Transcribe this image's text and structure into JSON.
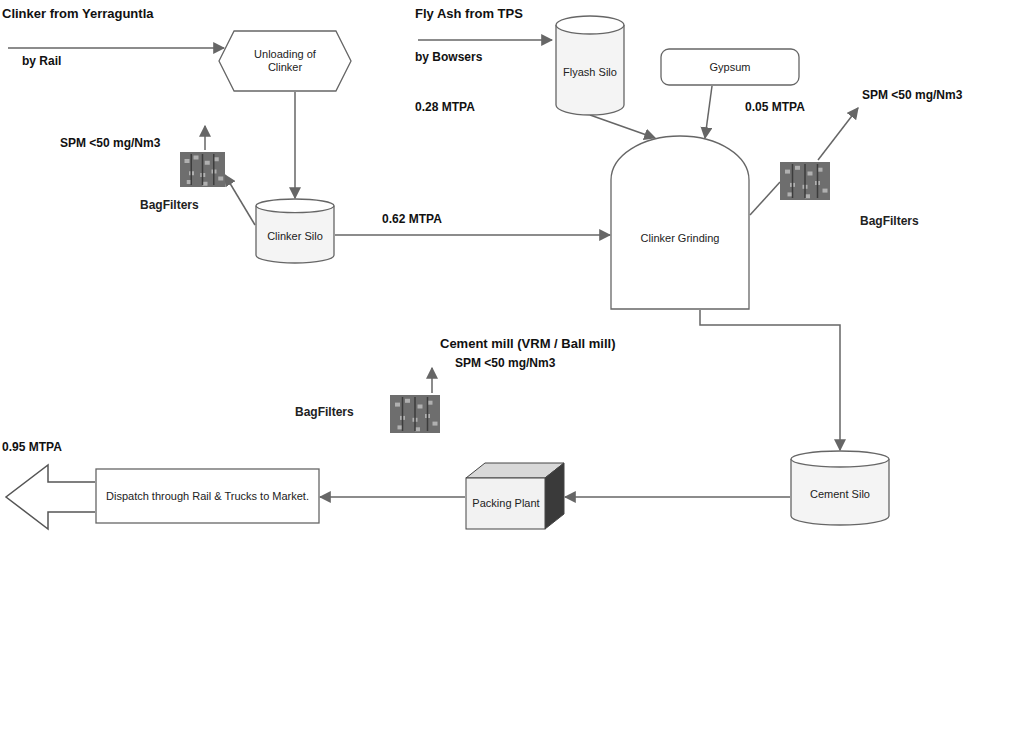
{
  "diagram": {
    "nodes": [
      {
        "text": [
          "Unloading of Clinker"
        ]
      },
      {
        "text": [
          "Flyash Silo"
        ]
      },
      {
        "text": [
          "Gypsum"
        ]
      },
      {
        "text": [
          "BagFilters"
        ]
      },
      {
        "text": [
          "Clinker Silo"
        ]
      },
      {
        "text": [
          "Clinker Grinding"
        ]
      },
      {
        "text": [
          "BagFilters"
        ]
      },
      {
        "text": [
          "BagFilters"
        ]
      },
      {
        "text": [
          "Cement Silo"
        ]
      },
      {
        "text": [
          "Packing Plant"
        ]
      },
      {
        "text": [
          "Dispatch through Rail & Trucks to Market."
        ]
      }
    ],
    "edges": [
      {
        "from": 0,
        "to": 4,
        "arrow": "to"
      },
      {
        "from": 4,
        "to": 3,
        "arrow": "to"
      },
      {
        "from": 4,
        "to": 5,
        "label": "0.62 MTPA",
        "arrow": "to"
      },
      {
        "from": 1,
        "to": 5,
        "arrow": "to"
      },
      {
        "from": 2,
        "to": 5,
        "arrow": "to"
      },
      {
        "from": 5,
        "to": 6,
        "arrow": "none"
      },
      {
        "from": 5,
        "to": 8,
        "arrow": "to"
      },
      {
        "from": 8,
        "to": 9,
        "arrow": "to"
      },
      {
        "from": 9,
        "to": 10,
        "arrow": "to"
      }
    ],
    "labels": [
      "Clinker from Yerraguntla",
      "by Rail",
      "Fly Ash from TPS",
      "by Bowsers",
      "SPM <50 mg/Nm3",
      "0.28 MTPA",
      "0.05 MTPA",
      "SPM <50 mg/Nm3",
      "Cement mill (VRM / Ball mill)",
      "SPM <50 mg/Nm3",
      "0.95 MTPA"
    ]
  }
}
